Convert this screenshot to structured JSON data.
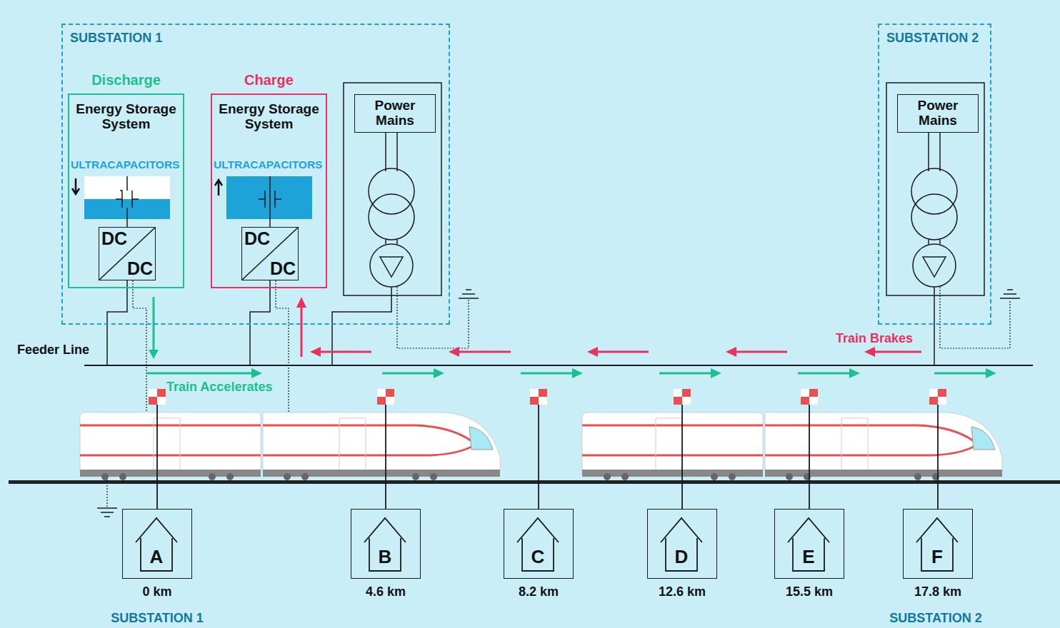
{
  "diagram": {
    "nodes": [
      {
        "text": [
          "SUBSTATION 1"
        ]
      },
      {
        "text": [
          "Discharge",
          "Energy Storage System"
        ],
        "in": 0
      },
      {
        "text": [
          "DC",
          "DC"
        ],
        "in": 1
      },
      {
        "text": [
          "Charge",
          "Energy Storage System"
        ],
        "in": 0
      },
      {
        "text": [
          "DC",
          "DC"
        ],
        "in": 3
      },
      {
        "text": [
          "Power Mains"
        ],
        "in": 0
      },
      {
        "text": [
          "SUBSTATION 2"
        ]
      },
      {
        "text": [
          "Power Mains"
        ],
        "in": 6
      },
      {
        "text": [
          "A"
        ]
      },
      {
        "text": [
          "B"
        ]
      },
      {
        "text": [
          "C"
        ]
      },
      {
        "text": [
          "D"
        ]
      },
      {
        "text": [
          "E"
        ]
      },
      {
        "text": [
          "F"
        ]
      }
    ],
    "labels": [
      "ULTRACAPACITORS",
      "ULTRACAPACITORS",
      "Feeder Line",
      "Train Accelerates",
      "Train Brakes",
      "0 km",
      "4.6 km",
      "8.2 km",
      "12.6 km",
      "15.5 km",
      "17.8 km",
      "SUBSTATION 1",
      "SUBSTATION 2"
    ]
  }
}
